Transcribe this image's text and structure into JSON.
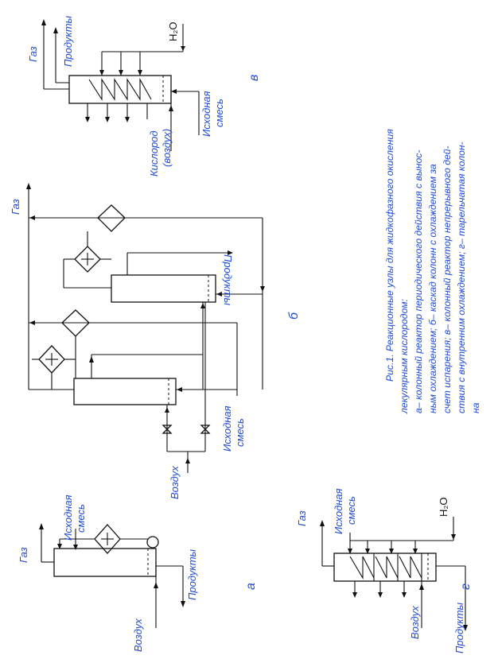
{
  "caption": {
    "line1": "Рис.1.   Реакционные узлы для жидкофазного окисления",
    "line2": "лекулярным кислородом:",
    "line3": "а– колонный реактор периодического действия с вынос-",
    "line4": "ным охлаждением; б– каскад колонн с охлаждением за",
    "line5": "счет испарения; в– колонный реактор непрерывного дей-",
    "line6": "ствия с внутренним охлаждением; г– тарельчатая колон-",
    "line7": "на"
  },
  "panel_a": {
    "letter": "а",
    "gas": "Газ",
    "feed_line1": "Исходная",
    "feed_line2": "смесь",
    "air": "Воздух",
    "products": "Продукты"
  },
  "panel_b": {
    "letter": "б",
    "gas": "Газ",
    "products": "Продукты",
    "air": "Воздух",
    "feed_line1": "Исходная",
    "feed_line2": "смесь"
  },
  "panel_v": {
    "letter": "в",
    "gas": "Газ",
    "products": "Продукты",
    "water": "H₂O",
    "oxygen_line1": "Кислород",
    "oxygen_line2": "(воздух)",
    "feed_line1": "Исходная",
    "feed_line2": "смесь"
  },
  "panel_g": {
    "letter": "г",
    "gas": "Газ",
    "feed_line1": "Исходная",
    "feed_line2": "смесь",
    "water": "H₂O",
    "air": "Воздух",
    "products": "Продукты"
  },
  "colors": {
    "text": "#1f4bd6",
    "lines": "#111111"
  }
}
